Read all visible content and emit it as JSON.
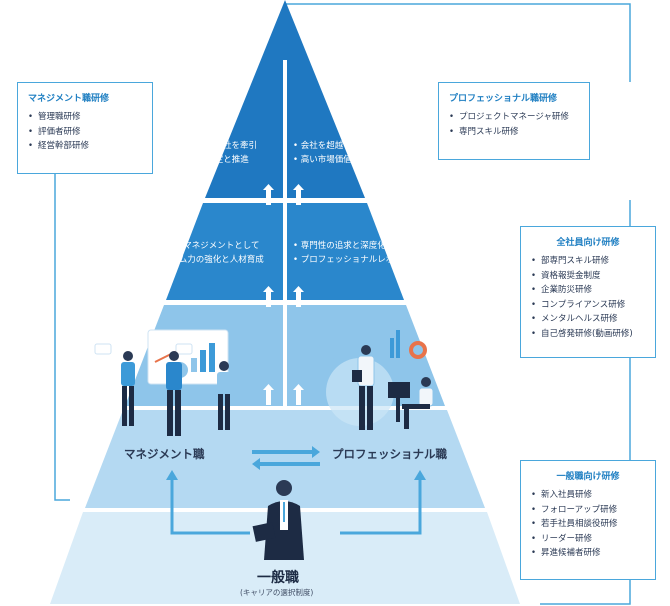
{
  "management_box": {
    "title": "マネジメント職研修",
    "items": [
      "管理職研修",
      "評価者研修",
      "経営幹部研修"
    ]
  },
  "professional_box": {
    "title": "プロフェッショナル職研修",
    "items": [
      "プロジェクトマネージャ研修",
      "専門スキル研修"
    ]
  },
  "all_employee_box": {
    "title": "全社員向け研修",
    "items": [
      "部専門スキル研修",
      "資格報奨金制度",
      "企業防災研修",
      "コンプライアンス研修",
      "メンタルヘルス研修",
      "自己啓発研修(動画研修)"
    ]
  },
  "general_box": {
    "title": "一般職向け研修",
    "items": [
      "新入社員研修",
      "フォローアップ研修",
      "若手社員相談役研修",
      "リーダー研修",
      "昇進候補者研修"
    ]
  },
  "pyramid": {
    "top_left": [
      "経営層として会社を牽引",
      "事業戦略の策定と推進"
    ],
    "top_right": [
      "会社を超越し業界に影響",
      "高い市場価値を発揮"
    ],
    "mid_left": [
      "ミドルマネジメントとして",
      "チーム力の強化と人材育成"
    ],
    "mid_right": [
      "専門性の追求と深度化",
      "プロフェッショナルレポート"
    ],
    "management_label": "マネジメント職",
    "professional_label": "プロフェッショナル職",
    "general_label": "一般職",
    "general_sub": "(キャリアの選択制度)"
  },
  "colors": {
    "dark_blue": "#1f78c1",
    "mid_blue": "#3c9ad8",
    "light_blue": "#8ec5ea",
    "pale_blue": "#cbe5f7",
    "frame": "#4aa7dc"
  }
}
